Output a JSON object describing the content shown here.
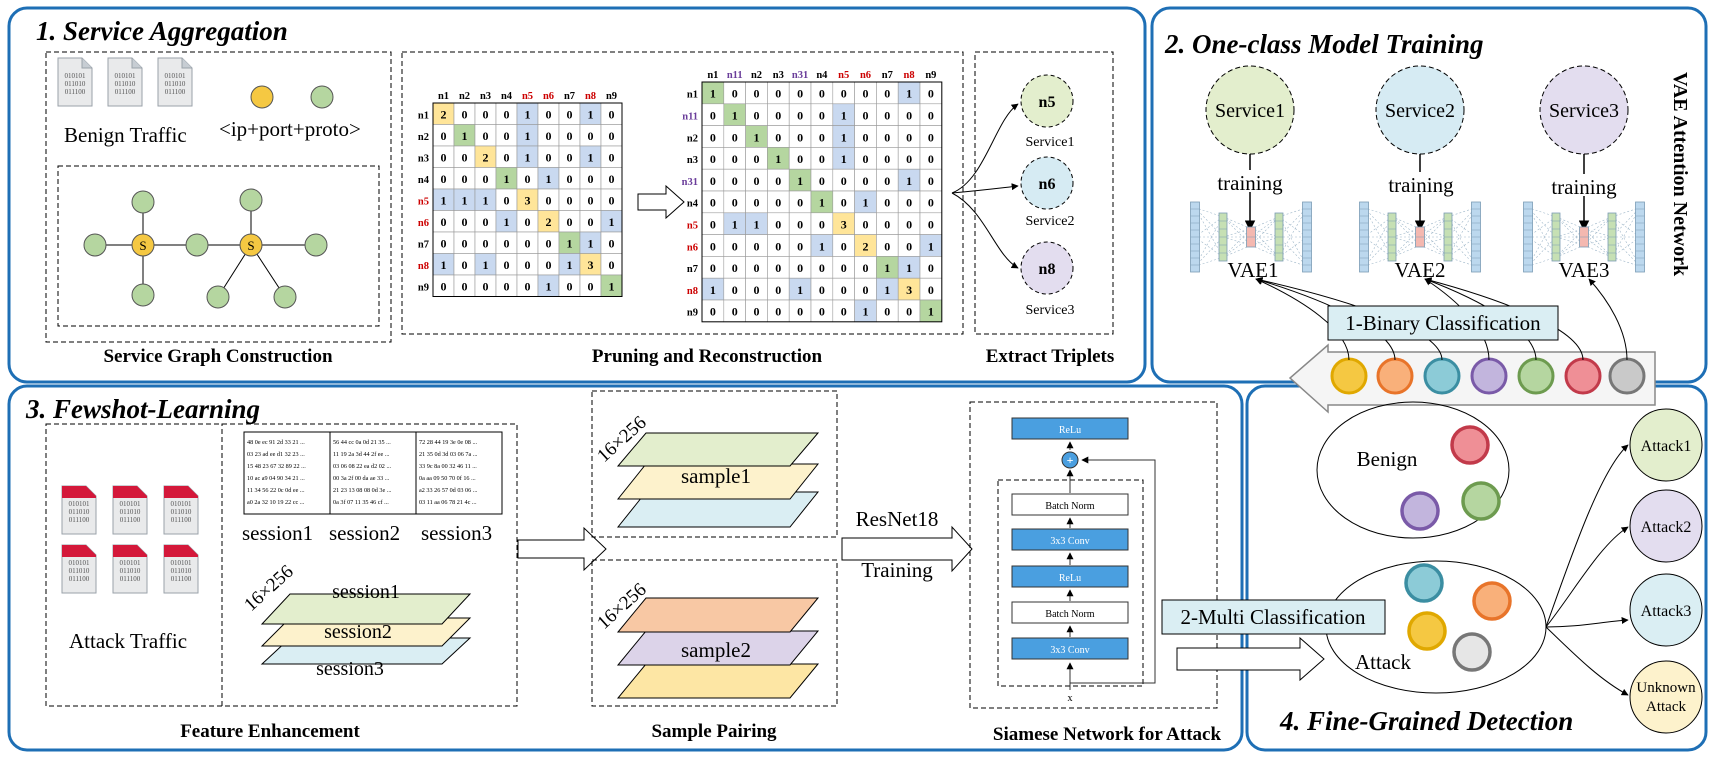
{
  "panels": {
    "p1_title": "1. Service Aggregation",
    "p2_title": "2. One-class Model Training",
    "p3_title": "3. Fewshot-Learning",
    "p4_title": "4. Fine-Grained Detection"
  },
  "p1": {
    "benign_traffic": "Benign Traffic",
    "tuple_label": "<ip+port+proto>",
    "node_s": "S",
    "cap_graph": "Service Graph Construction",
    "cap_prune": "Pruning and Reconstruction",
    "cap_extract": "Extract Triplets",
    "triplets": [
      {
        "node": "n5",
        "service": "Service1"
      },
      {
        "node": "n6",
        "service": "Service2"
      },
      {
        "node": "n8",
        "service": "Service3"
      }
    ],
    "matrix1": {
      "headers": [
        "n1",
        "n2",
        "n3",
        "n4",
        "n5",
        "n6",
        "n7",
        "n8",
        "n9"
      ],
      "rows": [
        [
          "2",
          "0",
          "0",
          "0",
          "1",
          "0",
          "0",
          "1",
          "0"
        ],
        [
          "0",
          "1",
          "0",
          "0",
          "1",
          "0",
          "0",
          "0",
          "0"
        ],
        [
          "0",
          "0",
          "2",
          "0",
          "1",
          "0",
          "0",
          "1",
          "0"
        ],
        [
          "0",
          "0",
          "0",
          "1",
          "0",
          "1",
          "0",
          "0",
          "0"
        ],
        [
          "1",
          "1",
          "1",
          "0",
          "3",
          "0",
          "0",
          "0",
          "0"
        ],
        [
          "0",
          "0",
          "0",
          "1",
          "0",
          "2",
          "0",
          "0",
          "1"
        ],
        [
          "0",
          "0",
          "0",
          "0",
          "0",
          "0",
          "1",
          "1",
          "0"
        ],
        [
          "1",
          "0",
          "1",
          "0",
          "0",
          "0",
          "1",
          "3",
          "0"
        ],
        [
          "0",
          "0",
          "0",
          "0",
          "0",
          "1",
          "0",
          "0",
          "1"
        ]
      ]
    },
    "matrix2": {
      "headers": [
        "n1",
        "n11",
        "n2",
        "n3",
        "n31",
        "n4",
        "n5",
        "n6",
        "n7",
        "n8",
        "n9"
      ],
      "rows": [
        [
          "1",
          "0",
          "0",
          "0",
          "0",
          "0",
          "0",
          "0",
          "0",
          "1",
          "0"
        ],
        [
          "0",
          "1",
          "0",
          "0",
          "0",
          "0",
          "1",
          "0",
          "0",
          "0",
          "0"
        ],
        [
          "0",
          "0",
          "1",
          "0",
          "0",
          "0",
          "1",
          "0",
          "0",
          "0",
          "0"
        ],
        [
          "0",
          "0",
          "0",
          "1",
          "0",
          "0",
          "1",
          "0",
          "0",
          "0",
          "0"
        ],
        [
          "0",
          "0",
          "0",
          "0",
          "1",
          "0",
          "0",
          "0",
          "0",
          "1",
          "0"
        ],
        [
          "0",
          "0",
          "0",
          "0",
          "0",
          "1",
          "0",
          "1",
          "0",
          "0",
          "0"
        ],
        [
          "0",
          "1",
          "1",
          "0",
          "0",
          "0",
          "3",
          "0",
          "0",
          "0",
          "0"
        ],
        [
          "0",
          "0",
          "0",
          "0",
          "0",
          "1",
          "0",
          "2",
          "0",
          "0",
          "1"
        ],
        [
          "0",
          "0",
          "0",
          "0",
          "0",
          "0",
          "0",
          "0",
          "1",
          "1",
          "0"
        ],
        [
          "1",
          "0",
          "0",
          "0",
          "1",
          "0",
          "0",
          "0",
          "1",
          "3",
          "0"
        ],
        [
          "0",
          "0",
          "0",
          "0",
          "0",
          "0",
          "0",
          "1",
          "0",
          "0",
          "1"
        ]
      ]
    },
    "file_bits": [
      "010101",
      "011010",
      "011100"
    ]
  },
  "p2": {
    "services": [
      "Service1",
      "Service2",
      "Service3"
    ],
    "training": "training",
    "vaes": [
      "VAE1",
      "VAE2",
      "VAE3"
    ],
    "side_label": "VAE Attention Network",
    "binary": "1-Binary Classification"
  },
  "p3": {
    "session_labels": [
      "session1",
      "session2",
      "session3"
    ],
    "session_hex": [
      [
        "48 0e ec 91 2d 33 21 ...",
        "03 23 ad ee d1 32 23 ...",
        "15 48 23 67 32 89 22 ...",
        "10 ac a9 04 90 34 21 ...",
        "11 34 56 22 0c 0d ee ...",
        "a0 2a 32 10 19 22 cc ..."
      ],
      [
        "56 44 cc 0a 0d 21 35 ...",
        "11 19 2a 3d 44 2f ee ...",
        "03 06 08 22 ea d2 02 ...",
        "00 3a 2f 00 da ae 33 ...",
        "21 23 13 08 08 0d 3e ...",
        "0a 3f 07 11 35 46 cf ..."
      ],
      [
        "72 28 44 19 3e 0e 08 ...",
        "21 35 0d 3d 03 06 7a ...",
        "33 9c 8a 00 32 46 11 ...",
        "0a aa 09 50 70 0f 16 ...",
        "a2 33 26 57 0d 03 06 ...",
        "03 11 aa 06 78 21 4c ..."
      ]
    ],
    "dim": "16×256",
    "stack_sessions": [
      "session1",
      "session2",
      "session3"
    ],
    "attack_traffic": "Attack Traffic",
    "cap_feature": "Feature Enhancement",
    "sample1": "sample1",
    "sample2": "sample2",
    "cap_pairing": "Sample Pairing",
    "resnet": "ResNet18",
    "training": "Training",
    "layers": {
      "relu": "ReLu",
      "bn": "Batch Norm",
      "conv": "3x3 Conv",
      "plus": "+",
      "x": "x"
    },
    "cap_siamese": "Siamese Network for Attack"
  },
  "p4": {
    "benign": "Benign",
    "attack": "Attack",
    "multi": "2-Multi Classification",
    "outputs": [
      "Attack1",
      "Attack2",
      "Attack3"
    ],
    "unknown1": "Unknown",
    "unknown2": "Attack"
  },
  "colors": {
    "panel_border": "#1e6fb5",
    "cell_yellow": "#ffe599",
    "cell_green": "#b5d6a0",
    "cell_blue": "#c9d9f0",
    "red_label": "#cc0000",
    "purple_label": "#6a3d9a"
  }
}
